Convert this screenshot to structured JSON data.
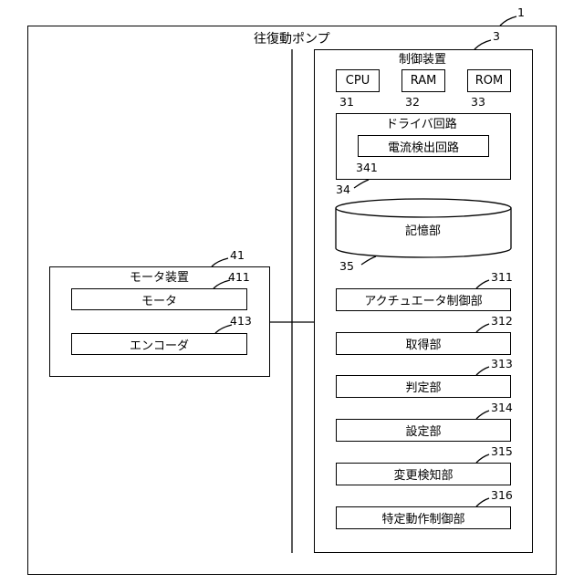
{
  "pump": {
    "label": "往復動ポンプ",
    "ref": "1"
  },
  "controller": {
    "label": "制御装置",
    "ref": "3"
  },
  "cpu": {
    "label": "CPU",
    "ref": "31"
  },
  "ram": {
    "label": "RAM",
    "ref": "32"
  },
  "rom": {
    "label": "ROM",
    "ref": "33"
  },
  "driver": {
    "label": "ドライバ回路",
    "ref": "34"
  },
  "current": {
    "label": "電流検出回路",
    "ref": "341"
  },
  "storage": {
    "label": "記憶部",
    "ref": "35"
  },
  "units": [
    {
      "label": "アクチュエータ制御部",
      "ref": "311"
    },
    {
      "label": "取得部",
      "ref": "312"
    },
    {
      "label": "判定部",
      "ref": "313"
    },
    {
      "label": "設定部",
      "ref": "314"
    },
    {
      "label": "変更検知部",
      "ref": "315"
    },
    {
      "label": "特定動作制御部",
      "ref": "316"
    }
  ],
  "motor_device": {
    "label": "モータ装置",
    "ref": "41"
  },
  "motor": {
    "label": "モータ",
    "ref": "411"
  },
  "encoder": {
    "label": "エンコーダ",
    "ref": "413"
  }
}
